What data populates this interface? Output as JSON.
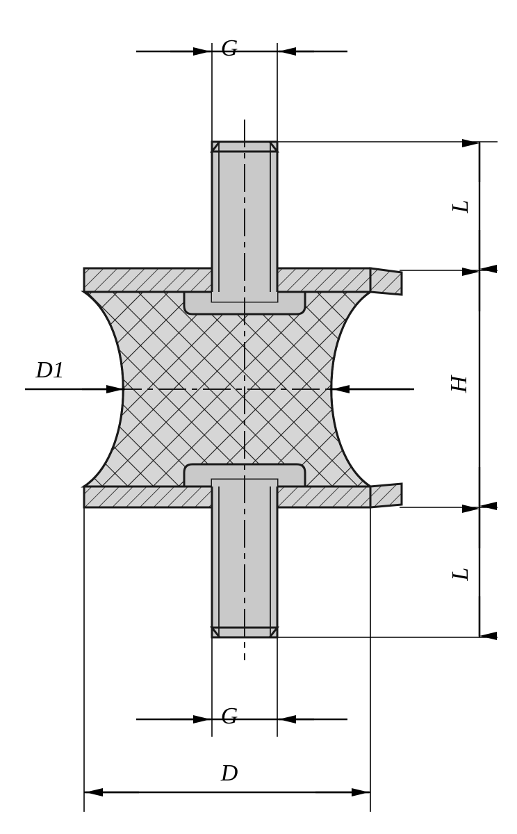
{
  "drawing": {
    "title": "Rubber buffer cross-section technical drawing",
    "labels": {
      "g_top": "G",
      "g_bottom": "G",
      "d1": "D1",
      "h": "H",
      "l_top": "L",
      "l_bottom": "L",
      "d": "D"
    },
    "colors": {
      "outline": "#1a1a1a",
      "metal_fill": "#c9c9c9",
      "rubber_fill": "#d0d0d0",
      "background": "#ffffff",
      "dimension_line": "#000000"
    },
    "icons": {
      "arrow": "dimension-arrow",
      "centerline": "center-line-dash-dot"
    }
  }
}
